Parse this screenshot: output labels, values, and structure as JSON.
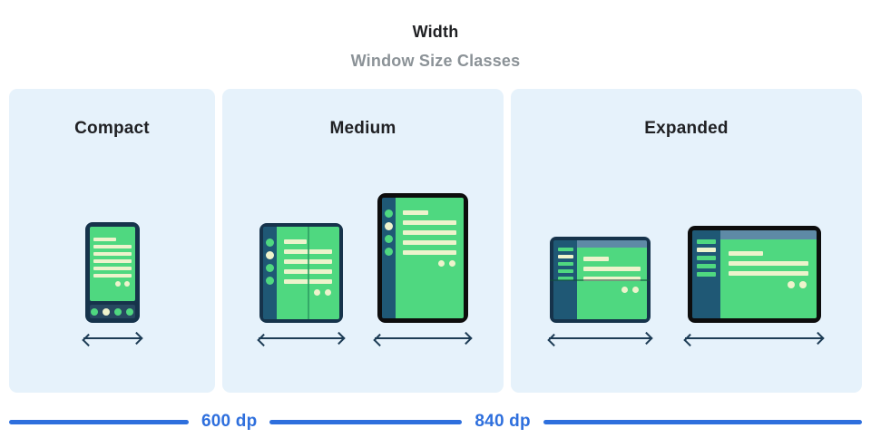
{
  "header": {
    "title": "Width",
    "subtitle": "Window Size Classes"
  },
  "panels": [
    {
      "id": "compact",
      "label": "Compact",
      "devices": [
        {
          "name": "phone-portrait-illustration",
          "fold": "none",
          "content_lines": 6,
          "nav_dots": 4
        }
      ]
    },
    {
      "id": "medium",
      "label": "Medium",
      "devices": [
        {
          "name": "foldable-portrait-illustration",
          "fold": "vertical",
          "content_lines": 5,
          "rail_dots": 4
        },
        {
          "name": "tablet-portrait-illustration",
          "fold": "none",
          "content_lines": 5,
          "rail_dots": 4
        }
      ]
    },
    {
      "id": "expanded",
      "label": "Expanded",
      "devices": [
        {
          "name": "foldable-landscape-illustration",
          "fold": "horizontal",
          "content_lines": 3,
          "sidebar_bars": 5
        },
        {
          "name": "laptop-landscape-illustration",
          "fold": "none",
          "content_lines": 3,
          "sidebar_bars": 5
        }
      ]
    }
  ],
  "axis": {
    "breakpoints": [
      {
        "label": "600 dp"
      },
      {
        "label": "840 dp"
      }
    ]
  },
  "colors": {
    "title-black": "#202124",
    "subtitle-gray": "#8b9297",
    "panel-bg": "#e6f2fb",
    "frame-navy": "#16334b",
    "sidebar-navy": "#1f5875",
    "navbar-navy": "#274860",
    "screen-green": "#4fd880",
    "fold-green": "#2fa164",
    "cream": "#eef3cc",
    "topbar-blue": "#5e8aa6",
    "device-black": "#0d0d0d",
    "accent-blue": "#2e6fdd",
    "arrow-navy": "#1d3c55"
  }
}
